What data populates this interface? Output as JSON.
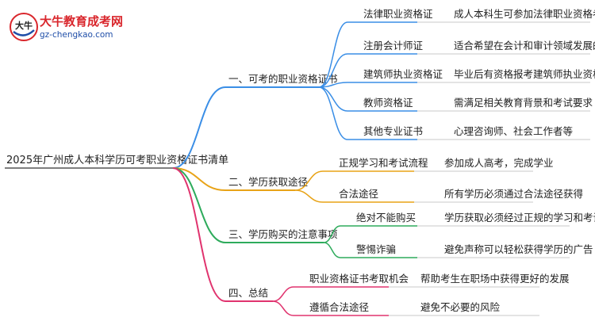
{
  "logo": {
    "name": "大牛教育成考网",
    "url": "gz-chengkao.com",
    "badge_text": "大牛"
  },
  "root": {
    "label": "2025年广州成人本科学历可考职业资格证书清单"
  },
  "branches": [
    {
      "label": "一、可考的职业资格证书",
      "color": "#3a8ee6",
      "children": [
        {
          "label": "法律职业资格证",
          "detail": "成人本科生可参加法律职业资格考试"
        },
        {
          "label": "注册会计师证",
          "detail": "适合希望在会计和审计领域发展的考生"
        },
        {
          "label": "建筑师执业资格证",
          "detail": "毕业后有资格报考建筑师执业资格考试"
        },
        {
          "label": "教师资格证",
          "detail": "需满足相关教育背景和考试要求"
        },
        {
          "label": "其他专业证书",
          "detail": "心理咨询师、社会工作者等"
        }
      ]
    },
    {
      "label": "二、学历获取途径",
      "color": "#e8a317",
      "children": [
        {
          "label": "正规学习和考试流程",
          "detail": "参加成人高考，完成学业"
        },
        {
          "label": "合法途径",
          "detail": "所有学历必须通过合法途径获得"
        }
      ]
    },
    {
      "label": "三、学历购买的注意事项",
      "color": "#2eab5c",
      "children": [
        {
          "label": "绝对不能购买",
          "detail": "学历获取必须经过正规的学习和考试"
        },
        {
          "label": "警惕诈骗",
          "detail": "避免声称可以轻松获得学历的广告"
        }
      ]
    },
    {
      "label": "四、总结",
      "color": "#e0336e",
      "children": [
        {
          "label": "职业资格证书考取机会",
          "detail": "帮助考生在职场中获得更好的发展"
        },
        {
          "label": "遵循合法途径",
          "detail": "避免不必要的风险"
        }
      ]
    }
  ]
}
